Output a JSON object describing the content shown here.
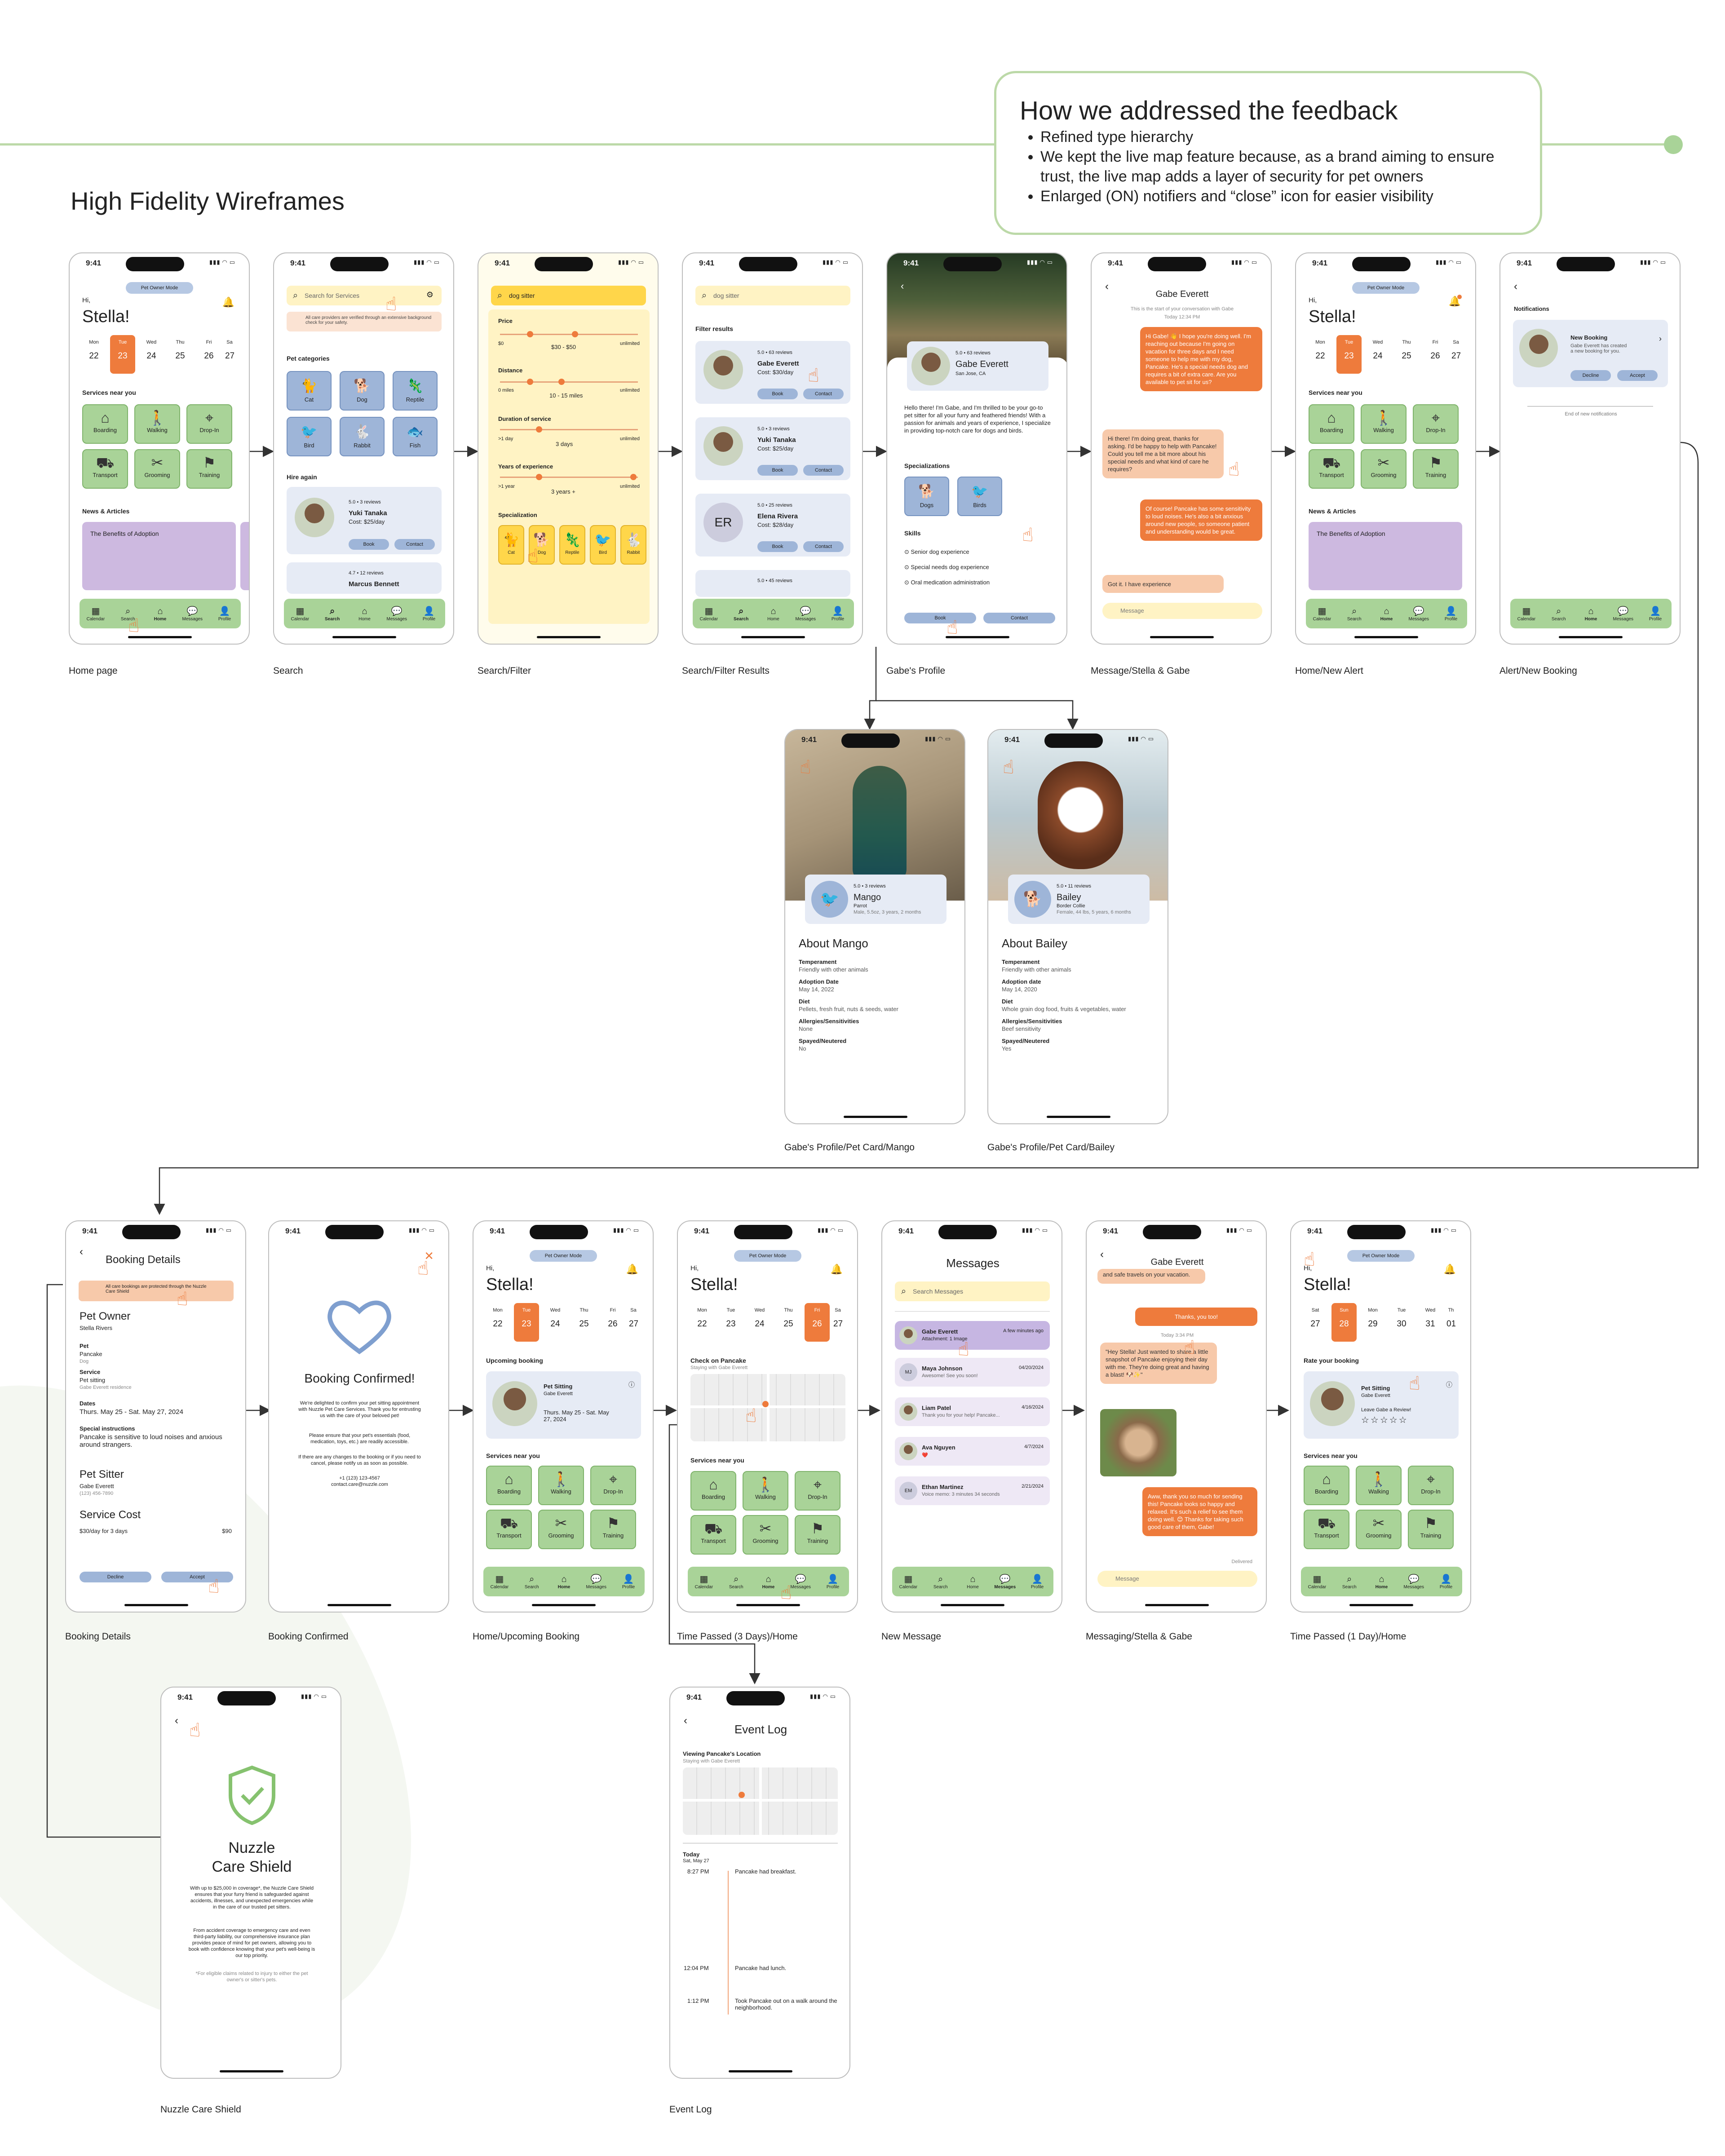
{
  "title": "High Fidelity Wireframes",
  "feedback": {
    "heading": "How we addressed the feedback",
    "bullets": [
      "Refined type hierarchy",
      "We kept the live map feature because, as a brand aiming to ensure trust, the live map adds a layer of security for pet owners",
      "Enlarged (ON) notifiers and “close” icon for easier visibility"
    ]
  },
  "status": {
    "time": "9:41",
    "icons": "▮▮▮ ◠ ▭"
  },
  "captions": {
    "home": "Home page",
    "search": "Search",
    "filter": "Search/Filter",
    "results": "Search/Filter Results",
    "profile": "Gabe's Profile",
    "msg1": "Message/Stella & Gabe",
    "alert": "Home/New Alert",
    "newbook": "Alert/New Booking",
    "mango": "Gabe's Profile/Pet Card/Mango",
    "bailey": "Gabe's Profile/Pet Card/Bailey",
    "details": "Booking Details",
    "confirmed": "Booking Confirmed",
    "upcoming": "Home/Upcoming Booking",
    "passed3": "Time Passed (3 Days)/Home",
    "newmsg": "New Message",
    "msg2": "Messaging/Stella & Gabe",
    "passed1": "Time Passed (1 Day)/Home",
    "shield": "Nuzzle Care Shield",
    "eventlog": "Event Log"
  },
  "home": {
    "mode": "Pet Owner Mode",
    "hi": "Hi,",
    "name": "Stella!",
    "days": [
      {
        "d": "Mon",
        "n": "22"
      },
      {
        "d": "Tue",
        "n": "23"
      },
      {
        "d": "Wed",
        "n": "24"
      },
      {
        "d": "Thu",
        "n": "25"
      },
      {
        "d": "Fri",
        "n": "26"
      },
      {
        "d": "Sa",
        "n": "27"
      }
    ],
    "days2": [
      {
        "d": "Sat",
        "n": "27"
      },
      {
        "d": "Sun",
        "n": "28"
      },
      {
        "d": "Mon",
        "n": "29"
      },
      {
        "d": "Tue",
        "n": "30"
      },
      {
        "d": "Wed",
        "n": "31"
      },
      {
        "d": "Th",
        "n": "01"
      }
    ],
    "services_title": "Services near you",
    "services": [
      "Boarding",
      "Walking",
      "Drop-In",
      "Transport",
      "Grooming",
      "Training"
    ],
    "news_title": "News & Articles",
    "news": "The Benefits of Adoption",
    "nav": [
      "Calendar",
      "Search",
      "Home",
      "Messages",
      "Profile"
    ]
  },
  "search": {
    "placeholder": "Search for Services",
    "notice": "All care providers are verified through an extensive background check for your safety.",
    "cat_title": "Pet categories",
    "cats": [
      "Cat",
      "Dog",
      "Reptile",
      "Bird",
      "Rabbit",
      "Fish"
    ],
    "hire": "Hire again",
    "sitter1": {
      "rating": "5.0 • 3 reviews",
      "name": "Yuki Tanaka",
      "cost": "Cost: $25/day"
    },
    "sitter2": {
      "rating": "4.7 • 12 reviews",
      "name": "Marcus Bennett"
    },
    "book": "Book",
    "contact": "Contact"
  },
  "filter": {
    "query": "dog sitter",
    "price": "Price",
    "price_min": "$0",
    "price_val": "$30 - $50",
    "price_max": "unlimited",
    "dist": "Distance",
    "dist_min": "0 miles",
    "dist_val": "10 - 15 miles",
    "dist_max": "unlimited",
    "dur": "Duration of service",
    "dur_min": ">1 day",
    "dur_val": "3 days",
    "dur_max": "unlimited",
    "exp": "Years of experience",
    "exp_min": ">1 year",
    "exp_val": "3 years +",
    "exp_max": "unlimited",
    "spec": "Specialization",
    "specs": [
      "Cat",
      "Dog",
      "Reptile",
      "Bird",
      "Rabbit"
    ]
  },
  "results": {
    "label": "Filter results",
    "items": [
      {
        "rating": "5.0 • 63 reviews",
        "name": "Gabe Everett",
        "cost": "Cost: $30/day"
      },
      {
        "rating": "5.0 • 3 reviews",
        "name": "Yuki Tanaka",
        "cost": "Cost: $25/day"
      },
      {
        "rating": "5.0 • 25 reviews",
        "name": "Elena Rivera",
        "cost": "Cost: $28/day",
        "initials": "ER"
      },
      {
        "rating": "5.0 • 45 reviews",
        "name": ""
      }
    ]
  },
  "profile": {
    "rating": "5.0 • 63 reviews",
    "name": "Gabe Everett",
    "loc": "San Jose, CA",
    "bio": "Hello there! I'm Gabe, and I'm thrilled to be your go-to pet sitter for all your furry and feathered friends! With a passion for animals and years of experience, I specialize in providing top-notch care for dogs and birds.",
    "spec_title": "Specializations",
    "specs": [
      "Dogs",
      "Birds"
    ],
    "skills_title": "Skills",
    "skills": [
      "Senior dog experience",
      "Special needs dog experience",
      "Oral medication administration"
    ],
    "book": "Book",
    "contact": "Contact"
  },
  "chat1": {
    "title": "Gabe Everett",
    "start": "This is the start of your conversation with Gabe",
    "time": "Today 12:34 PM",
    "m1": "Hi Gabe! 👋 I hope you're doing well. I'm reaching out because I'm going on vacation for three days and I need someone to help me with my dog, Pancake. He's a special needs dog and requires a bit of extra care. Are you available to pet sit for us?",
    "m2": "Hi there! I'm doing great, thanks for asking. I'd be happy to help with Pancake! Could you tell me a bit more about his special needs and what kind of care he requires?",
    "m3": "Of course! Pancake has some sensitivity to loud noises. He's also a bit anxious around new people, so someone patient and understanding would be great.",
    "m4": "Got it. I have experience",
    "placeholder": "Message"
  },
  "newbook": {
    "title": "Notifications",
    "card_title": "New Booking",
    "card_text": "Gabe Everett has created a new booking for you.",
    "decline": "Decline",
    "accept": "Accept",
    "end": "End of new notifications"
  },
  "mango": {
    "rating": "5.0 • 3 reviews",
    "name": "Mango",
    "type": "Parrot",
    "sub": "Male, 5.5oz, 3 years, 2 months",
    "about": "About Mango",
    "fields": [
      [
        "Temperament",
        "Friendly with other animals"
      ],
      [
        "Adoption Date",
        "May 14, 2022"
      ],
      [
        "Diet",
        "Pellets, fresh fruit, nuts & seeds, water"
      ],
      [
        "Allergies/Sensitivities",
        "None"
      ],
      [
        "Spayed/Neutered",
        "No"
      ]
    ]
  },
  "bailey": {
    "rating": "5.0 • 11 reviews",
    "name": "Bailey",
    "type": "Border Collie",
    "sub": "Female, 44 lbs, 5 years, 6 months",
    "about": "About Bailey",
    "fields": [
      [
        "Temperament",
        "Friendly with other animals"
      ],
      [
        "Adoption date",
        "May 14, 2020"
      ],
      [
        "Diet",
        "Whole grain dog food, fruits & vegetables, water"
      ],
      [
        "Allergies/Sensitivities",
        "Beef sensitivity"
      ],
      [
        "Spayed/Neutered",
        "Yes"
      ]
    ]
  },
  "details": {
    "title": "Booking Details",
    "notice": "All care bookings are protected through the Nuzzle Care Shield",
    "owner_title": "Pet Owner",
    "owner": "Stella Rivers",
    "pet_l": "Pet",
    "pet": "Pancake",
    "pet_sub": "Dog",
    "svc_l": "Service",
    "svc": "Pet sitting",
    "svc_sub": "Gabe Everett residence",
    "dates_l": "Dates",
    "dates": "Thurs. May 25 - Sat. May 27, 2024",
    "instr_l": "Special instructions",
    "instr": "Pancake is sensitive to loud noises and anxious around strangers.",
    "sitter_title": "Pet Sitter",
    "sitter": "Gabe Everett",
    "sitter_phone": "(123) 456-7890",
    "cost_title": "Service Cost",
    "cost_l": "$30/day for 3 days",
    "cost": "$90",
    "decline": "Decline",
    "accept": "Accept"
  },
  "confirmed": {
    "title": "Booking Confirmed!",
    "p1": "We're delighted to confirm your pet sitting appointment with Nuzzle Pet Care Services. Thank you for entrusting us with the care of your beloved pet!",
    "p2": "Please ensure that your pet's essentials (food, medication, toys, etc.) are readily accessible.",
    "p3": "If there are any changes to the booking or if you need to cancel, please notify us as soon as possible.",
    "contact": "+1 (123) 123-4567",
    "email": "contact.care@nuzzle.com"
  },
  "upcoming": {
    "title": "Upcoming booking",
    "svc": "Pet Sitting",
    "sitter": "Gabe Everett",
    "dates": "Thurs. May 25 - Sat. May 27, 2024"
  },
  "passed3": {
    "title": "Check on Pancake",
    "sub": "Staying with Gabe Everett"
  },
  "messages": {
    "title": "Messages",
    "search": "Search Messages",
    "items": [
      {
        "name": "Gabe Everett",
        "text": "Attachment: 1 Image",
        "time": "A few minutes ago"
      },
      {
        "name": "Maya Johnson",
        "text": "Awesome! See you soon!",
        "time": "04/20/2024",
        "initials": "MJ"
      },
      {
        "name": "Liam Patel",
        "text": "Thank you for your help! Pancake...",
        "time": "4/16/2024"
      },
      {
        "name": "Ava Nguyen",
        "text": "❤️",
        "time": "4/7/2024"
      },
      {
        "name": "Ethan Martinez",
        "text": "Voice memo: 3 minutes 34 seconds",
        "time": "2/21/2024",
        "initials": "EM"
      }
    ]
  },
  "chat2": {
    "title": "Gabe Everett",
    "m0": "and safe travels on your vacation.",
    "m1": "Thanks, you too!",
    "time": "Today 3:34 PM",
    "m2": "\"Hey Stella! Just wanted to share a little snapshot of Pancake enjoying their day with me. They're doing great and having a blast! 🐶✨\"",
    "m3": "Aww, thank you so much for sending this! Pancake looks so happy and relaxed. It's such a relief to see them doing well. 😊 Thanks for taking such good care of them, Gabe!",
    "seen": "Delivered",
    "placeholder": "Message"
  },
  "passed1": {
    "title": "Rate your booking",
    "svc": "Pet Sitting",
    "sitter": "Gabe Everett",
    "rate": "Leave Gabe a Review!"
  },
  "shield": {
    "title": "Nuzzle\nCare Shield",
    "p1": "With up to $25,000 in coverage*, the Nuzzle Care Shield ensures that your furry friend is safeguarded against accidents, illnesses, and unexpected emergencies while in the care of our trusted pet sitters.",
    "p2": "From accident coverage to emergency care and even third-party liability, our comprehensive insurance plan provides peace of mind for pet owners, allowing you to book with confidence knowing that your pet's well-being is our top priority.",
    "p3": "*For eligible claims related to injury to either the pet owner's or sitter's pets."
  },
  "eventlog": {
    "title": "Event Log",
    "loc": "Viewing Pancake's Location",
    "loc_sub": "Staying with Gabe Everett",
    "today": "Today",
    "date": "Sat, May 27",
    "events": [
      {
        "t": "8:27 PM",
        "e": "Pancake had breakfast."
      },
      {
        "t": "12:04 PM",
        "e": "Pancake had lunch."
      },
      {
        "t": "1:12 PM",
        "e": "Took Pancake out on a walk around the neighborhood."
      }
    ]
  }
}
